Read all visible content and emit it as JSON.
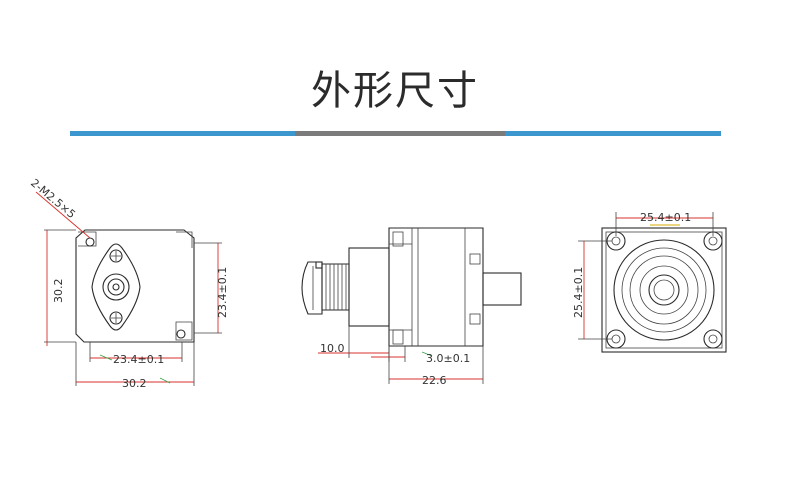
{
  "title": "外形尺寸",
  "colors": {
    "accent": "#3d97cf",
    "divider_mid": "#7b7b7b",
    "dimension_line": "#d9302c"
  },
  "views": {
    "front": {
      "thread_note": "2-M2.5×5",
      "dim_height": "30.2",
      "dim_hole_vertical": "23.4±0.1",
      "dim_hole_horizontal": "23.4±0.1",
      "dim_width": "30.2"
    },
    "side": {
      "dim_shaft": "10.0",
      "dim_flange": "3.0±0.1",
      "dim_body": "22.6"
    },
    "back": {
      "dim_top": "25.4±0.1",
      "dim_left": "25.4±0.1"
    }
  }
}
